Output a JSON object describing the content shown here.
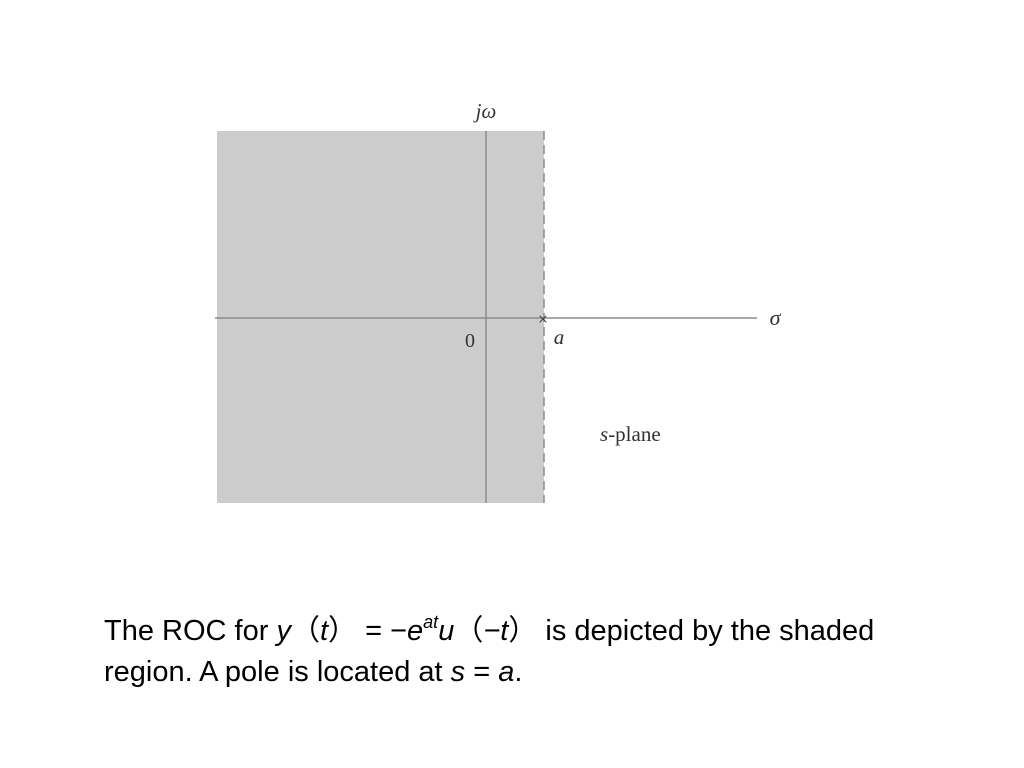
{
  "diagram": {
    "vertical_axis_label": "jω",
    "horizontal_axis_label": "σ",
    "origin_label": "0",
    "pole_label": "a",
    "pole_marker": "×",
    "plane_label_var": "s",
    "plane_label_rest": "-plane",
    "colors": {
      "shaded_region": "#cccccc",
      "axis": "#8c8c8c",
      "boundary": "#8c8c8c",
      "text": "#333333"
    }
  },
  "caption": {
    "part1": "The ROC for ",
    "y": "y",
    "paren_open_1": "（",
    "t": "t",
    "paren_close_1": "）",
    "equals": " = −",
    "e": "e",
    "exponent": "at",
    "u": "u",
    "paren_open_2": "（",
    "neg_t": "−t",
    "paren_close_2": "）",
    "part2": " is depicted by the shaded region. A pole is located at ",
    "s": "s",
    "eq2": " = ",
    "a": "a",
    "period": "."
  }
}
